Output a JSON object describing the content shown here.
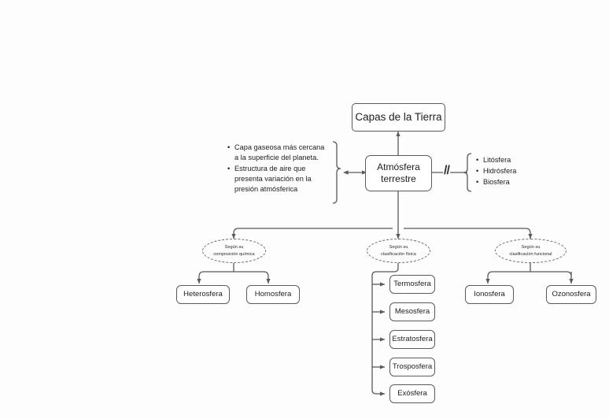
{
  "diagram": {
    "title_node": {
      "label": "Capas de la Tierra"
    },
    "center_node": {
      "label": "Atmósfera\nterrestre"
    },
    "break_symbol": "//",
    "left_definition": {
      "bullets": [
        "Capa gaseosa más cercana a la superficie del planeta.",
        "Estructura de aire que presenta variación en la presión atmósferica"
      ]
    },
    "right_list": {
      "bullets": [
        "Litósfera",
        "Hidrósfera",
        "Biosfera"
      ]
    },
    "branches": [
      {
        "criterion": "Según su\ncomposición química",
        "children": [
          "Heterosfera",
          "Homosfera"
        ]
      },
      {
        "criterion": "Según su\nclasificación física",
        "children": [
          "Termosfera",
          "Mesosfera",
          "Estratosfera",
          "Trosposfera",
          "Exósfera"
        ]
      },
      {
        "criterion": "Según su\nclasificación funcional",
        "children": [
          "Ionosfera",
          "Ozonosfera"
        ]
      }
    ]
  },
  "colors": {
    "stroke": "#5a5a5a",
    "text": "#1d1d1d",
    "background": "#fdfdfd"
  }
}
